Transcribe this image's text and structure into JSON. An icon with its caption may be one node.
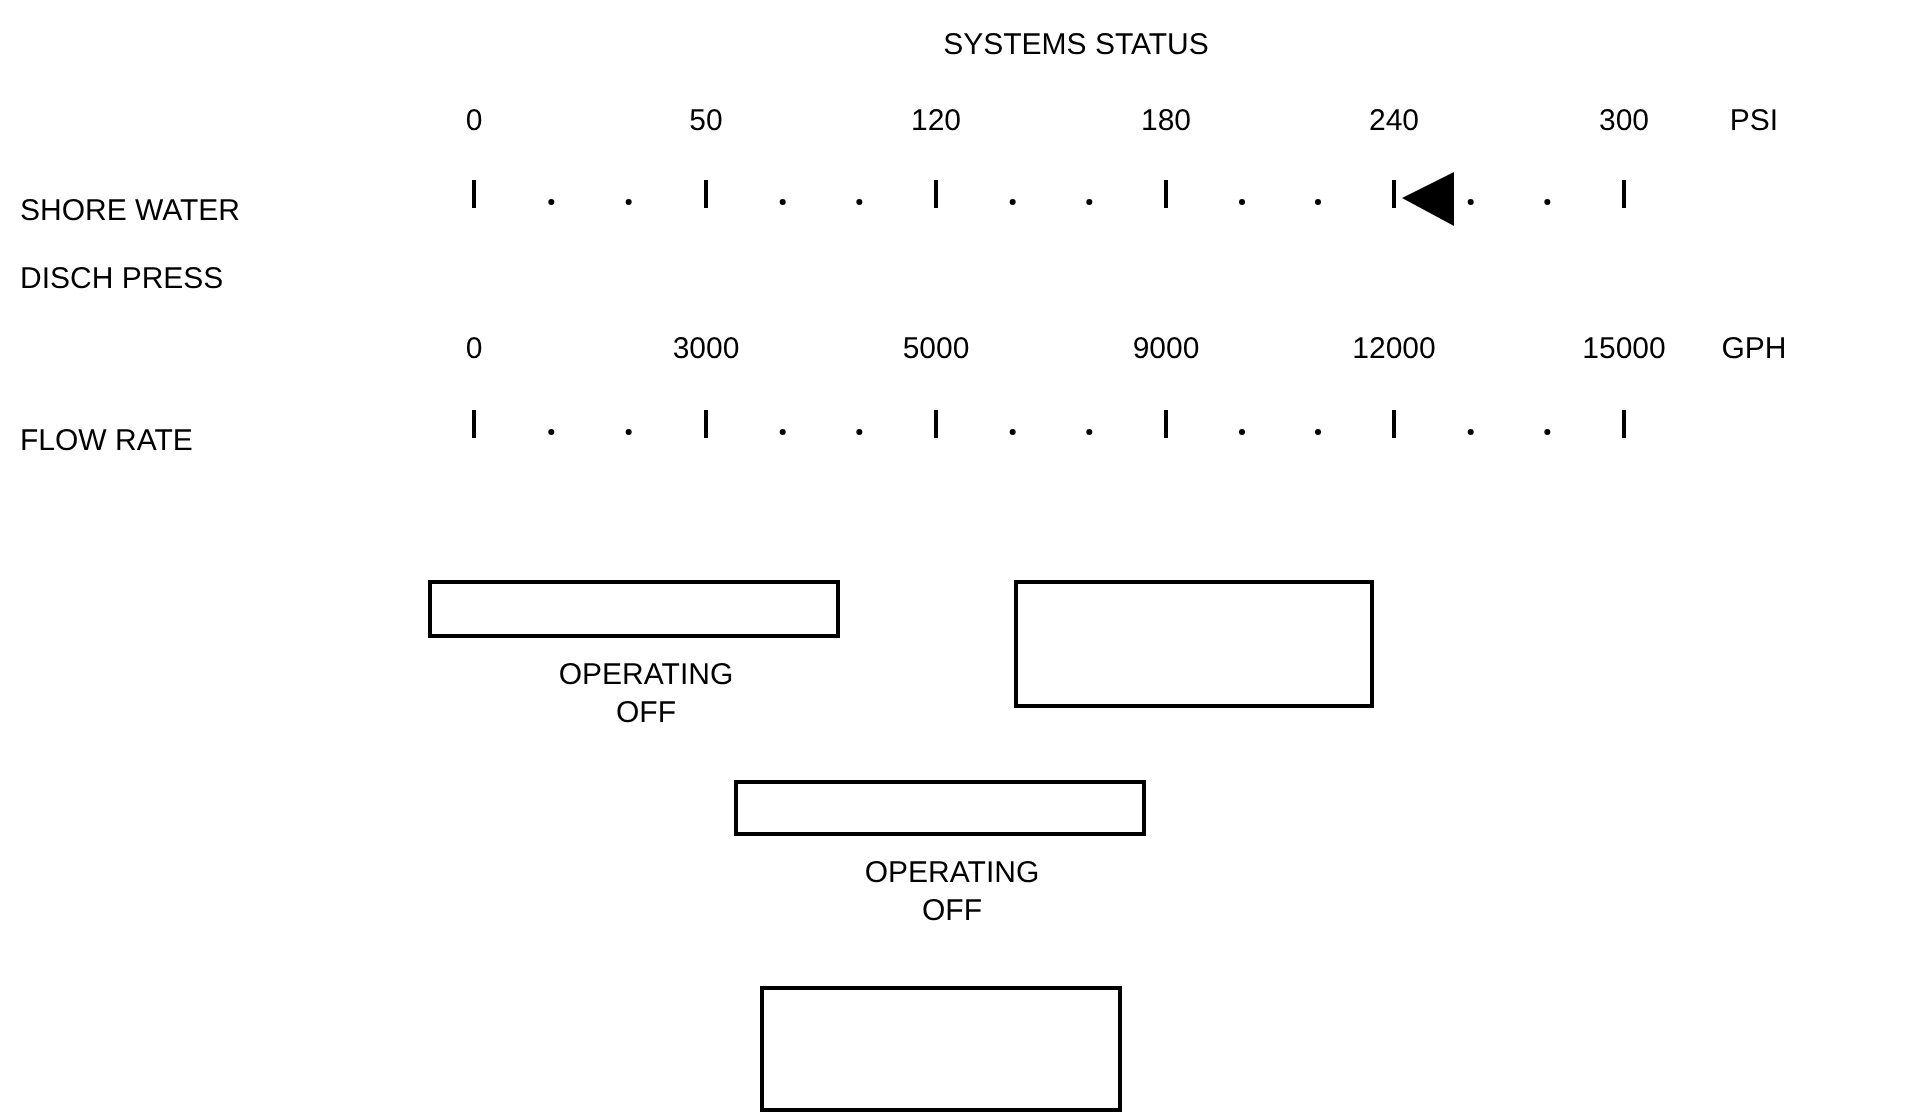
{
  "diagram": {
    "title": "SYSTEMS STATUS",
    "nodes": [
      {
        "text": [],
        "shape": "box",
        "beside": [
          "OPERATING OFF"
        ]
      },
      {
        "text": [],
        "shape": "box"
      },
      {
        "text": [],
        "shape": "box",
        "beside": [
          "OPERATING OFF"
        ]
      },
      {
        "text": [],
        "shape": "box"
      }
    ],
    "labels": [
      "0",
      "50",
      "120",
      "180",
      "240",
      "300",
      "PSI",
      "SHORE WATER DISCH PRESS",
      "0",
      "3000",
      "5000",
      "9000",
      "12000",
      "15000",
      "GPH",
      "FLOW RATE"
    ]
  }
}
